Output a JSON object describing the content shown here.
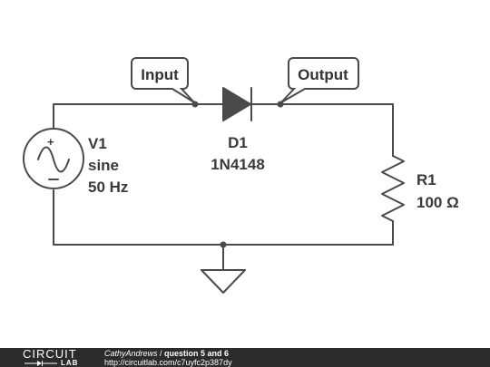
{
  "components": {
    "source": {
      "ref": "V1",
      "type": "sine",
      "frequency": "50 Hz"
    },
    "diode": {
      "ref": "D1",
      "part": "1N4148"
    },
    "resistor": {
      "ref": "R1",
      "value": "100 Ω"
    }
  },
  "net_labels": {
    "input": "Input",
    "output": "Output"
  },
  "footer": {
    "logo_text": "CIRCUIT",
    "logo_sub": "LAB",
    "author": "CathyAndrews",
    "separator": " / ",
    "title": "question 5 and 6",
    "url": "http://circuitlab.com/c7uyfc2p387dy"
  },
  "colors": {
    "wire": "#4a4a4a",
    "footer_bg": "#2b2b2b"
  }
}
